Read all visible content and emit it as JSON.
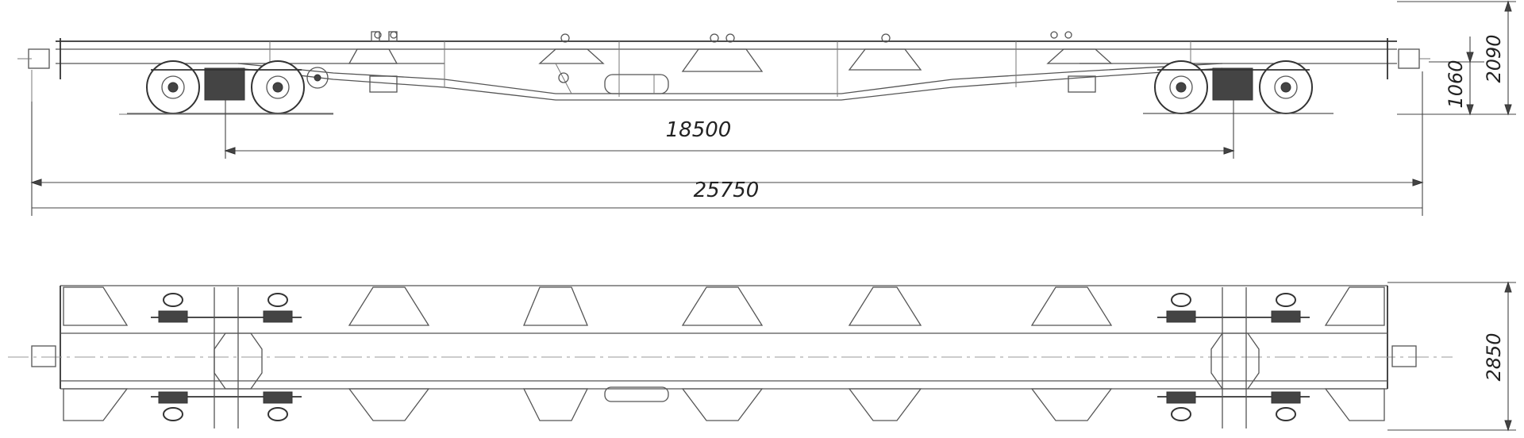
{
  "dimensions": {
    "bogie_center_distance": "18500",
    "overall_length": "25750",
    "total_height": "2090",
    "coupler_height": "1060",
    "width": "2850"
  },
  "colors": {
    "line": "#555555",
    "dimension": "#444444",
    "background": "#ffffff"
  }
}
